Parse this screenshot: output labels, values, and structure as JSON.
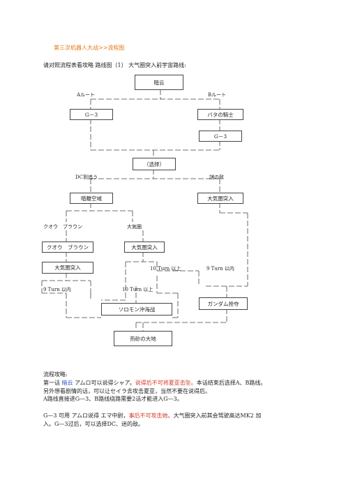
{
  "doc": {
    "title": "第三次机器人大战>>流程图",
    "intro": "请对照流程表看攻略 路线图（1） 大气圈突入前宇宙路线:"
  },
  "flowchart": {
    "boxes": {
      "ankai": "暗云",
      "g3_left": "G－3",
      "bata": "バタの騎士",
      "g3_right": "G－3",
      "sentaku": "（选择）",
      "yami": "暗離空域",
      "taiki_right": "大気圏突入",
      "kurou": "クオウ　ブラウン",
      "taiki_mid": "大気圏突入",
      "taiki_left": "大気圏突入",
      "solomon": "ソロモン沖海战",
      "gundam": "ガンダム抢夺",
      "daichi": "热砂の大地"
    },
    "labels": {
      "a_route": "Aルート",
      "b_route": "Bルート",
      "dc": "DC到追う",
      "nazo": "謎の敌",
      "kurou": "クオウ　ブラウン",
      "taikiken": "大気圏",
      "t10_up_a": "10 Turn 以上",
      "t9_down_a": "9 Turn 以内",
      "t9_down_b": "9 Turn 以内",
      "t10_up_b": "10 Turn 以上"
    }
  },
  "strategy": {
    "heading": "流程攻略:",
    "p1_prefix": "第一话 ",
    "p1_stage": "暗云",
    "p1_mid": " アムロ可以说得シャア。",
    "p1_note": "说得后不可将夏亚击坠。",
    "p1_rest": "本话结束后选择A、B路线。",
    "p1_line2": "另外想看剧情的话，可以让セイラ去攻击夏亚，当然不要在说得后。",
    "p1_line3": "A路线直接进G—3、B路线绕路需要2话才能进入G—3。",
    "p2_prefix": "G—3 可用 アムロ说得 エマ中尉，",
    "p2_note": "事后不可攻击她。",
    "p2_rest": "大气圈突入前其会驾驶高达MK2 加",
    "p2_line2": "入。G—3过后，可以选择DC、迷的敌。"
  }
}
